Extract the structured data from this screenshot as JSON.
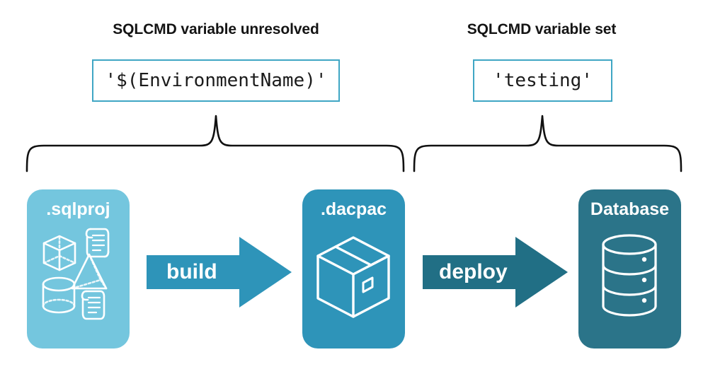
{
  "diagram": {
    "title_left": "SQLCMD variable unresolved",
    "title_right": "SQLCMD variable set",
    "value_left": "'$(EnvironmentName)'",
    "value_right": "'testing'",
    "stages": [
      {
        "label": ".sqlproj",
        "icon": "sqlproj-objects-icon",
        "color": "#74C6DE"
      },
      {
        "label": ".dacpac",
        "icon": "package-box-icon",
        "color": "#2E94B9"
      },
      {
        "label": "Database",
        "icon": "database-cylinder-icon",
        "color": "#2B7489"
      }
    ],
    "arrows": [
      {
        "label": "build",
        "color": "#2E94B9",
        "icon": "right-arrow-icon"
      },
      {
        "label": "deploy",
        "color": "#216F85",
        "icon": "right-arrow-icon"
      }
    ],
    "braces": [
      {
        "name": "left-brace",
        "icon": "curly-brace-icon"
      },
      {
        "name": "right-brace",
        "icon": "curly-brace-icon"
      }
    ],
    "colors": {
      "box_border": "#3FA6C4",
      "text": "#141414",
      "brace": "#111111",
      "background": "#FFFFFF"
    }
  }
}
